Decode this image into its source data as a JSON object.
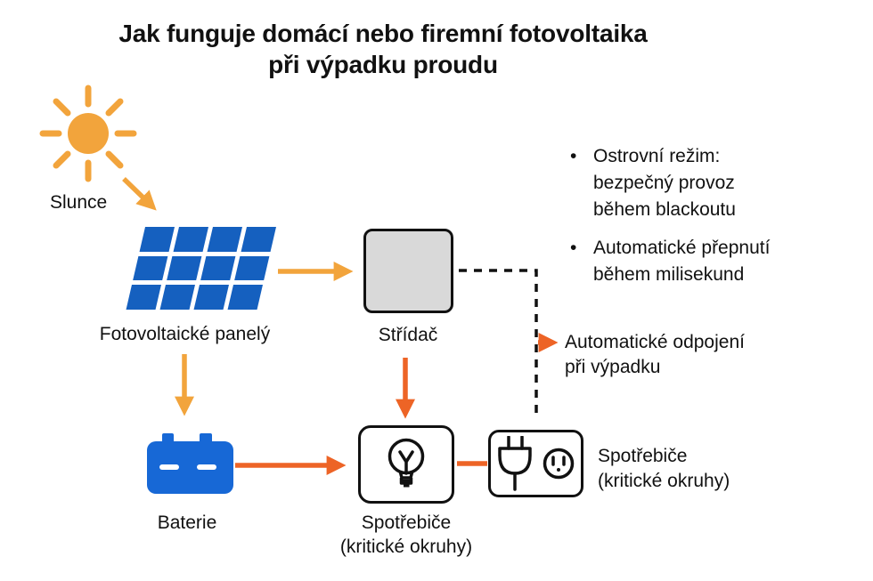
{
  "title": {
    "line1": "Jak funguje domácí nebo firemní fotovoltaika",
    "line2": "při výpadku proudu"
  },
  "nodes": {
    "sun_label": "Slunce",
    "panels_label": "Fotovoltaické panelý",
    "inverter_label": "Střídač",
    "battery_label": "Baterie",
    "appliances_label": "Spotřebiče",
    "appliances_sublabel": "(kritické okruhy)",
    "outlet_label_line1": "Spotřebiče",
    "outlet_label_line2": "(kritické okruhy)"
  },
  "annotations": {
    "bullet_char": "•",
    "bullets": [
      {
        "lines": [
          "Ostrovní režim:",
          "bezpečný provoz",
          "během blackoutu"
        ]
      },
      {
        "lines": [
          "Automatické přepnutí",
          "během milisekund"
        ]
      }
    ],
    "disconnect_line1": "Automatické odpojení",
    "disconnect_line2": "při výpadku"
  },
  "icons": {
    "sun-icon": "circle-with-8-rays",
    "solar-panel-icon": "skewed-blue-grid-4x3",
    "battery-icon": "blue-battery-two-terminals",
    "lightbulb-icon": "outline-bulb",
    "plug-icon": "two-prong-plug",
    "outlet-icon": "round-socket-face"
  },
  "colors": {
    "golden": "#F2A43C",
    "orange": "#ED6426",
    "panel_blue": "#1560BF",
    "battery_blue": "#1768D6",
    "inverter_gray": "#D9D9D9",
    "text": "#111111",
    "background": "#FFFFFF"
  }
}
